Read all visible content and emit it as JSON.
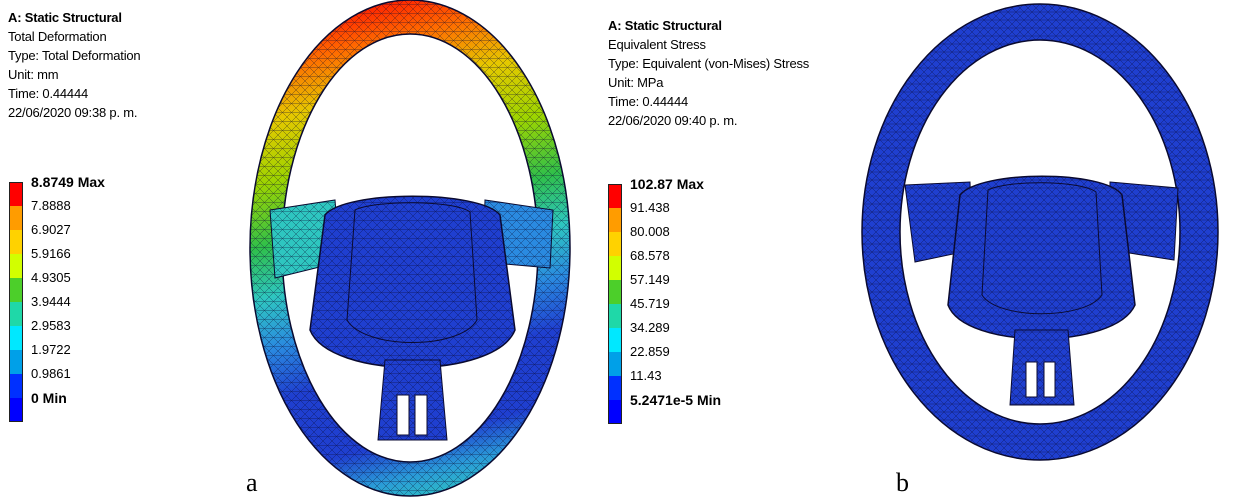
{
  "panel_a": {
    "title": "A: Static Structural",
    "lines": [
      "Total Deformation",
      "Type: Total Deformation",
      "Unit: mm",
      "Time: 0.44444",
      "22/06/2020 09:38 p. m."
    ],
    "legend": [
      "8.8749 Max",
      "7.8888",
      "6.9027",
      "5.9166",
      "4.9305",
      "3.9444",
      "2.9583",
      "1.9722",
      "0.9861",
      "0 Min"
    ],
    "caption": "a"
  },
  "panel_b": {
    "title": "A: Static Structural",
    "lines": [
      "Equivalent Stress",
      "Type: Equivalent (von-Mises) Stress",
      "Unit: MPa",
      "Time: 0.44444",
      "22/06/2020 09:40 p. m."
    ],
    "legend": [
      "102.87 Max",
      "91.438",
      "80.008",
      "68.578",
      "57.149",
      "45.719",
      "34.289",
      "22.859",
      "11.43",
      "5.2471e-5 Min"
    ],
    "caption": "b"
  },
  "legend_colors": [
    "#ff0000",
    "#ff9c00",
    "#ffd200",
    "#d2ff00",
    "#4ccf2a",
    "#1fd8a8",
    "#00e8ff",
    "#00a0e8",
    "#0030ff",
    "#0000ff"
  ],
  "mesh_colors": {
    "low": "#1f3fd0",
    "mid": "#2ec6c0",
    "high": "#d23a1a"
  }
}
